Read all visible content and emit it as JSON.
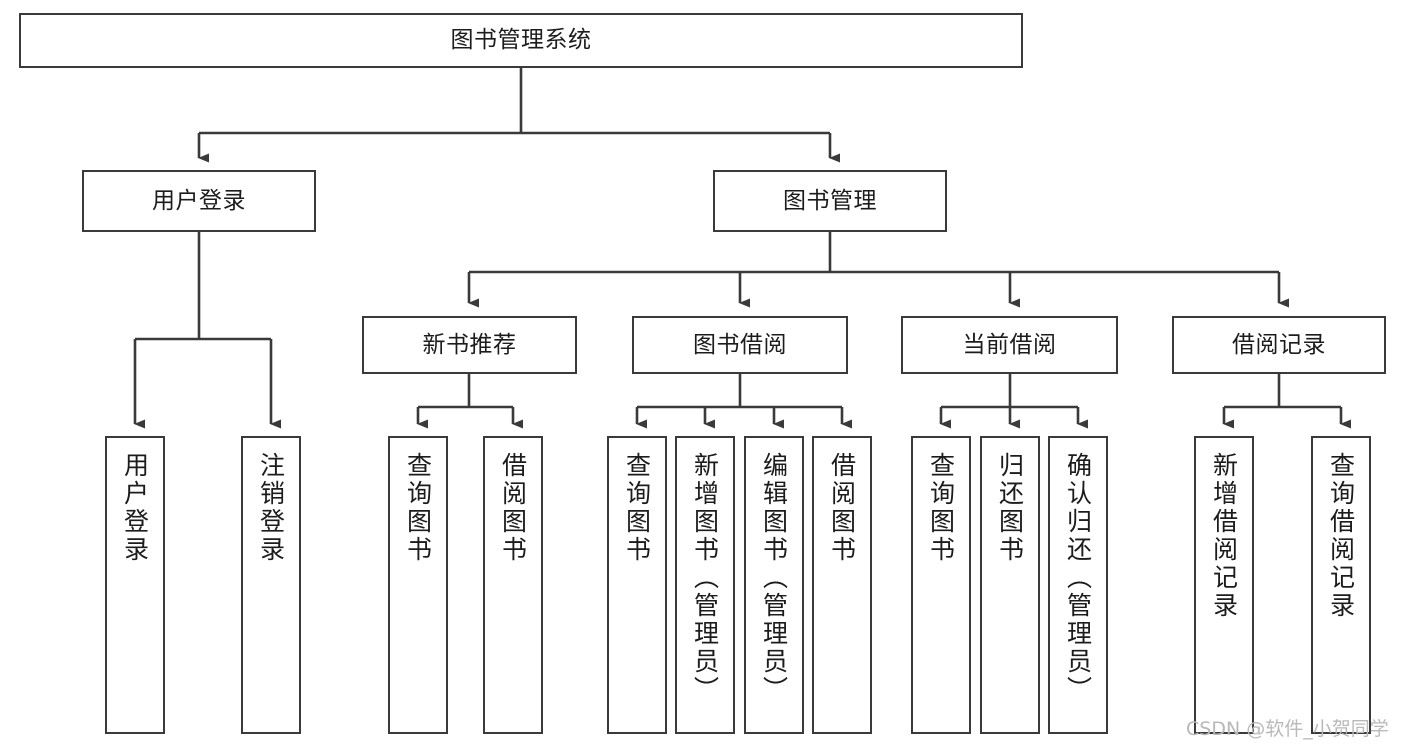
{
  "diagram": {
    "kind": "tree-diagram",
    "title": "图书管理系统",
    "stroke_color": "#3a3a3a",
    "text_color": "#1c1c1c",
    "background": "#ffffff"
  },
  "nodes": {
    "root": {
      "label": "图书管理系统"
    },
    "level2": [
      {
        "id": "user-login",
        "label": "用户登录"
      },
      {
        "id": "book-manage",
        "label": "图书管理"
      }
    ],
    "level3": [
      {
        "id": "new-book-recommend",
        "label": "新书推荐"
      },
      {
        "id": "book-borrow",
        "label": "图书借阅"
      },
      {
        "id": "current-borrow",
        "label": "当前借阅"
      },
      {
        "id": "borrow-record",
        "label": "借阅记录"
      }
    ],
    "leaves": [
      {
        "id": "leaf-user-login",
        "label": "用户登录",
        "parent": "user-login"
      },
      {
        "id": "leaf-logout-login",
        "label": "注销登录",
        "parent": "user-login"
      },
      {
        "id": "leaf-query-book-1",
        "label": "查询图书",
        "parent": "new-book-recommend"
      },
      {
        "id": "leaf-borrow-book-1",
        "label": "借阅图书",
        "parent": "new-book-recommend"
      },
      {
        "id": "leaf-query-book-2",
        "label": "查询图书",
        "parent": "book-borrow"
      },
      {
        "id": "leaf-add-book",
        "label": "新增图书（管理员）",
        "parent": "book-borrow"
      },
      {
        "id": "leaf-edit-book",
        "label": "编辑图书（管理员）",
        "parent": "book-borrow"
      },
      {
        "id": "leaf-borrow-book-2",
        "label": "借阅图书",
        "parent": "book-borrow"
      },
      {
        "id": "leaf-query-book-3",
        "label": "查询图书",
        "parent": "current-borrow"
      },
      {
        "id": "leaf-return-book",
        "label": "归还图书",
        "parent": "current-borrow"
      },
      {
        "id": "leaf-confirm-return",
        "label": "确认归还（管理员）",
        "parent": "current-borrow"
      },
      {
        "id": "leaf-add-record",
        "label": "新增借阅记录",
        "parent": "borrow-record"
      },
      {
        "id": "leaf-query-record",
        "label": "查询借阅记录",
        "parent": "borrow-record"
      }
    ]
  },
  "watermark": {
    "text": "CSDN @软件_小贺同学"
  }
}
